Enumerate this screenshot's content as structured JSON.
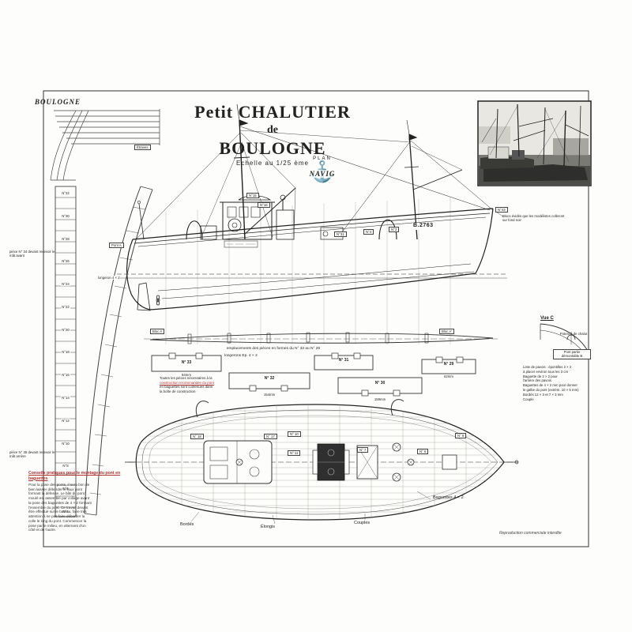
{
  "colors": {
    "ink": "#222222",
    "accent": "#b03232",
    "paper": "#fdfdfb"
  },
  "page": {
    "region_label": "BOULOGNE",
    "copyright": "Reproduction commerciale interdite"
  },
  "title_block": {
    "line1": "Petit CHALUTIER",
    "line2": "de",
    "line3": "BOULOGNE",
    "scale": "Echelle au 1/25 ème",
    "logo_top": "PLAN",
    "logo_name": "NAVIG"
  },
  "bow_sections": {
    "label": "Étraves"
  },
  "keel_column": {
    "pont_label": "Pont A",
    "longeron_label": "longeron 4 × 2",
    "note_fore_mast": "pièce N° 34 devant recevoir le mât avant",
    "note_aft_mast": "pièce N° 35 devant recevoir le mât arrière",
    "frame_numbers": [
      "N°32",
      "N°30",
      "N°28",
      "N°26",
      "N°24",
      "N°22",
      "N°20",
      "N°18",
      "N°16",
      "N°14",
      "N°12",
      "N°10",
      "N°8",
      "N°6",
      "N°4"
    ]
  },
  "elevation": {
    "registration": "B.2763",
    "labels": [
      "N°15",
      "N°16",
      "N°31",
      "N°4",
      "N°3",
      "N°43"
    ],
    "stern_note": "Blocs évidés que les modélistes colleront sur fond noir",
    "bloc_left": "Bloc A",
    "bloc_right": "Bloc A'"
  },
  "stringer_plan": {
    "caption": "emplacements des pièces en formes du N° 33 au N° 29",
    "caption2": "longerons  Ep. 4 × 2"
  },
  "templates": {
    "note_lines": [
      "Toutes les pièces nécessaires à la",
      "construction recommandée du pont",
      "en baguettes sont contenues dans",
      "la boîte de construction"
    ],
    "pieces": [
      {
        "label": "N° 33",
        "dim": "84mm"
      },
      {
        "label": "N° 32",
        "dim": "154mm"
      },
      {
        "label": "N° 31",
        "dim": ""
      },
      {
        "label": "N° 30",
        "dim": "159mm"
      },
      {
        "label": "N° 29",
        "dim": "62mm"
      }
    ]
  },
  "deck_plan": {
    "part_labels": [
      "N° 18",
      "N° 17",
      "N° 10",
      "N° 11",
      "N° 7",
      "N° 6",
      "N° 9"
    ],
    "callout_bordes": "Bordés",
    "callout_elongis": "Élongis",
    "callout_couples": "Couples",
    "callout_baguettes": "Baguettes 4 × 2"
  },
  "advice": {
    "heading": "Conseils pratiques pour le montage du pont en baguettes",
    "lines": [
      "Pour la pose des ponts, il sera bon de",
      "bien laisser déborder le faux pont",
      "formant la défense. Le bâti du pont",
      "moulé est assemblé par collage avant",
      "la pose des baguettes de 4 × 2 formant",
      "l'ensemble du pont. Ce travail devant",
      "être effectué sur le bateau, faire très",
      "attention à ne pas faire déborder la",
      "colle le long du pont. Commencer la",
      "pose par le milieu, en alternant d'un",
      "côté et de l'autre."
    ]
  },
  "detail_right": {
    "view_label": "Vue C",
    "potence_label": "Potence de chalut",
    "removable_label": "Pont partie démontable B",
    "notes": [
      "Liste de pavois : épontilles 2 × 2",
      "à placer environ tous les 3 cm",
      "Baguette de 2 × 2 pour",
      "l'arrière des pavois",
      "Baguettes de 4 × 2 mm pour donner",
      "le galbe du pont (extrém. 10 × 5 mm)",
      "Bordés 12 × 3 et 7 × 3 mm",
      "Couple"
    ]
  }
}
